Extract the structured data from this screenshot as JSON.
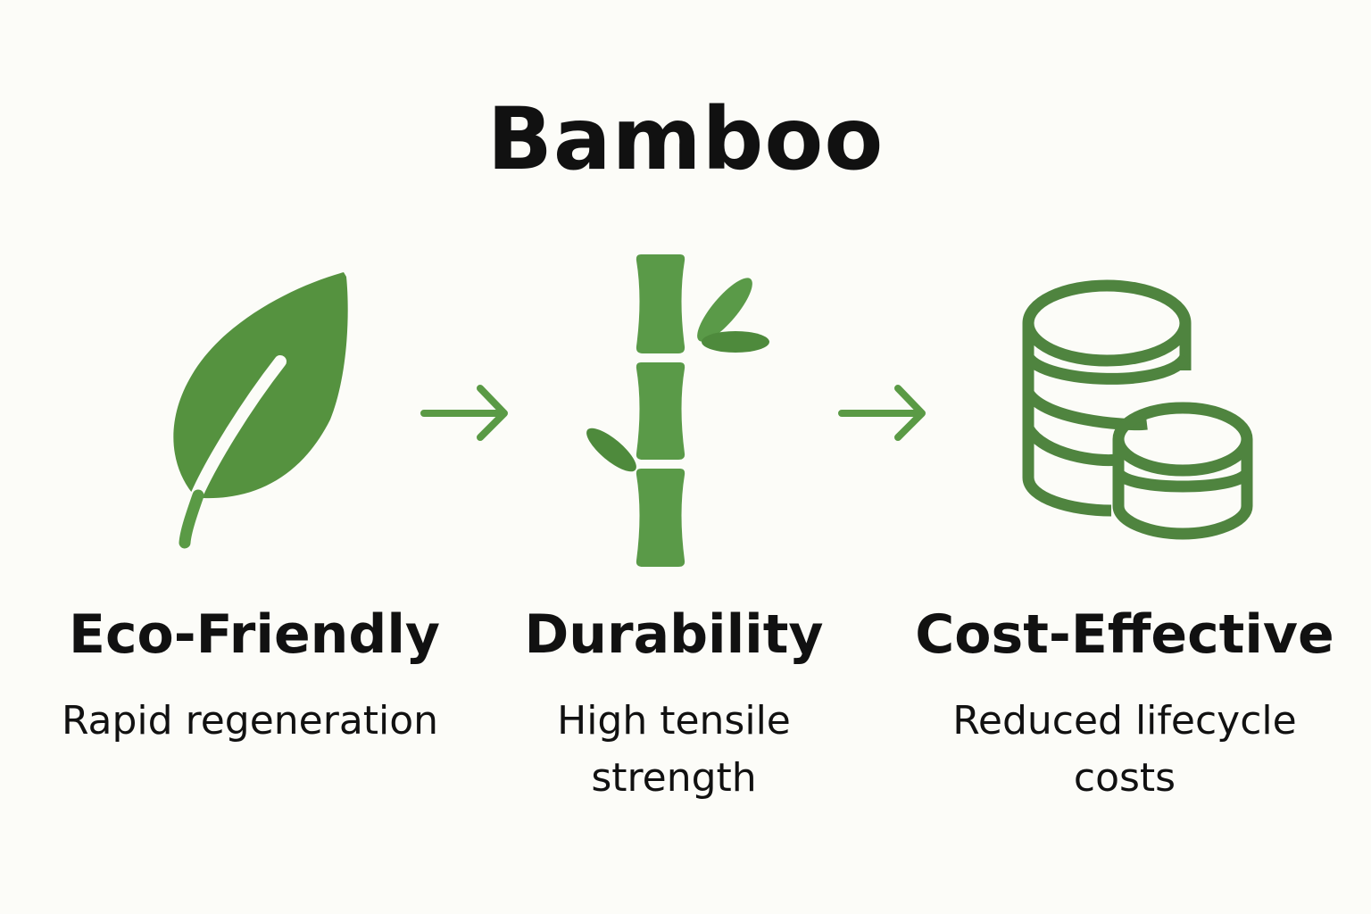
{
  "title": "Bamboo",
  "colors": {
    "accent": "#55923f",
    "accent_dark": "#4e8a3c",
    "text": "#111111",
    "background": "#fcfcf8"
  },
  "items": [
    {
      "icon": "leaf-icon",
      "heading": "Eco-Friendly",
      "description": "Rapid regeneration"
    },
    {
      "icon": "bamboo-icon",
      "heading": "Durability",
      "description_lines": [
        "High tensile",
        "strength"
      ]
    },
    {
      "icon": "coins-icon",
      "heading": "Cost-Effective",
      "description_lines": [
        "Reduced lifecycle",
        "costs"
      ]
    }
  ],
  "connectors": [
    "arrow-right-icon",
    "arrow-right-icon"
  ]
}
